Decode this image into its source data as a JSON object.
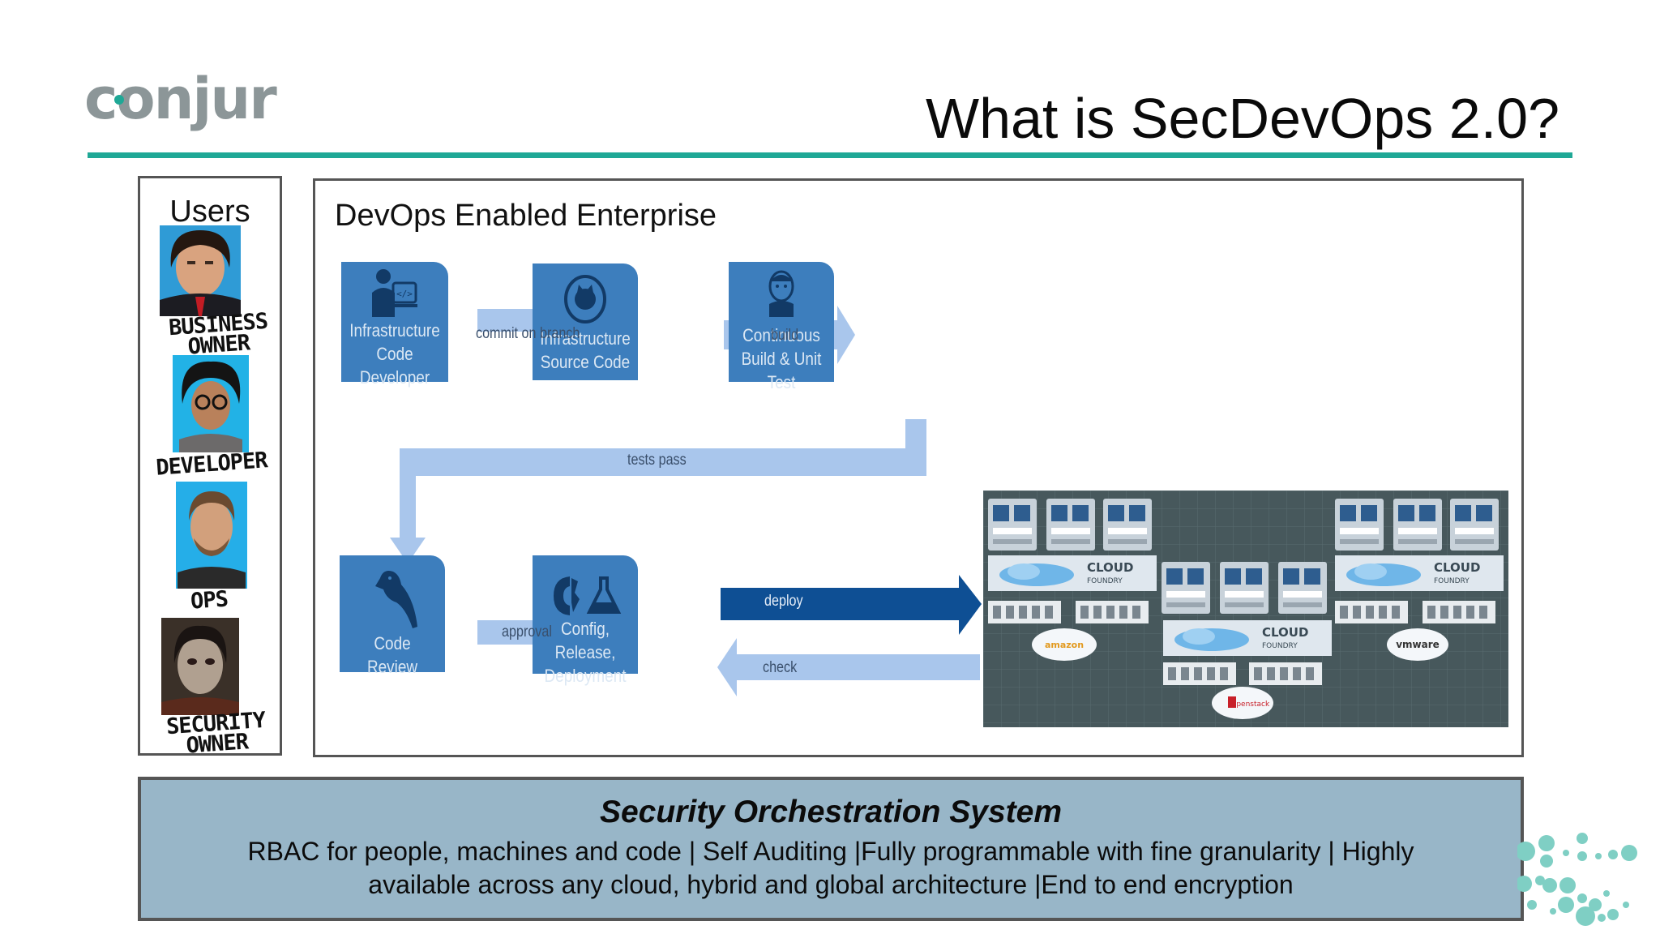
{
  "header": {
    "logo_text": "conjur",
    "title": "What is SecDevOps 2.0?",
    "accent_color": "#1fa896"
  },
  "users": {
    "title": "Users",
    "people": [
      {
        "role": "BUSINESS OWNER",
        "line1": "BUSINESS",
        "line2": "OWNER"
      },
      {
        "role": "DEVELOPER",
        "line1": "DEVELOPER",
        "line2": ""
      },
      {
        "role": "OPS",
        "line1": "OPS",
        "line2": ""
      },
      {
        "role": "SECURITY OWNER",
        "line1": "SECURITY",
        "line2": "OWNER"
      }
    ]
  },
  "enterprise": {
    "title": "DevOps Enabled Enterprise",
    "node_color": "#3d7ebd",
    "light_arrow_color": "#a9c6ec",
    "dark_arrow_color": "#0e4f94",
    "nodes": [
      {
        "id": "dev",
        "line1": "Infrastructure",
        "line2": "Code Developer",
        "line3": "",
        "icon": "developer-icon"
      },
      {
        "id": "source",
        "line1": "Infrastructure",
        "line2": "Source Code",
        "line3": "",
        "icon": "github-icon"
      },
      {
        "id": "ci",
        "line1": "Continuous",
        "line2": "Build & Unit",
        "line3": "Test",
        "icon": "jenkins-icon"
      },
      {
        "id": "review",
        "line1": "Code Review",
        "line2": "",
        "line3": "",
        "icon": "gerrit-bird-icon"
      },
      {
        "id": "config",
        "line1": "Config, Release,",
        "line2": "Deployment",
        "line3": "",
        "icon": "config-flask-icon"
      }
    ],
    "edges": [
      {
        "label": "commit on branch"
      },
      {
        "label": "build"
      },
      {
        "label": "tests pass"
      },
      {
        "label": "approval"
      },
      {
        "label": "deploy"
      },
      {
        "label": "check"
      }
    ],
    "cloud": {
      "cloud_foundry_line1": "CLOUD",
      "cloud_foundry_line2": "FOUNDRY",
      "providers": [
        "amazon",
        "vmware",
        "openstack"
      ]
    }
  },
  "sos": {
    "title": "Security Orchestration System",
    "line1": "RBAC for people, machines and code | Self Auditing |Fully programmable with fine granularity | Highly",
    "line2": "available across any cloud, hybrid and global architecture |End to end encryption"
  }
}
